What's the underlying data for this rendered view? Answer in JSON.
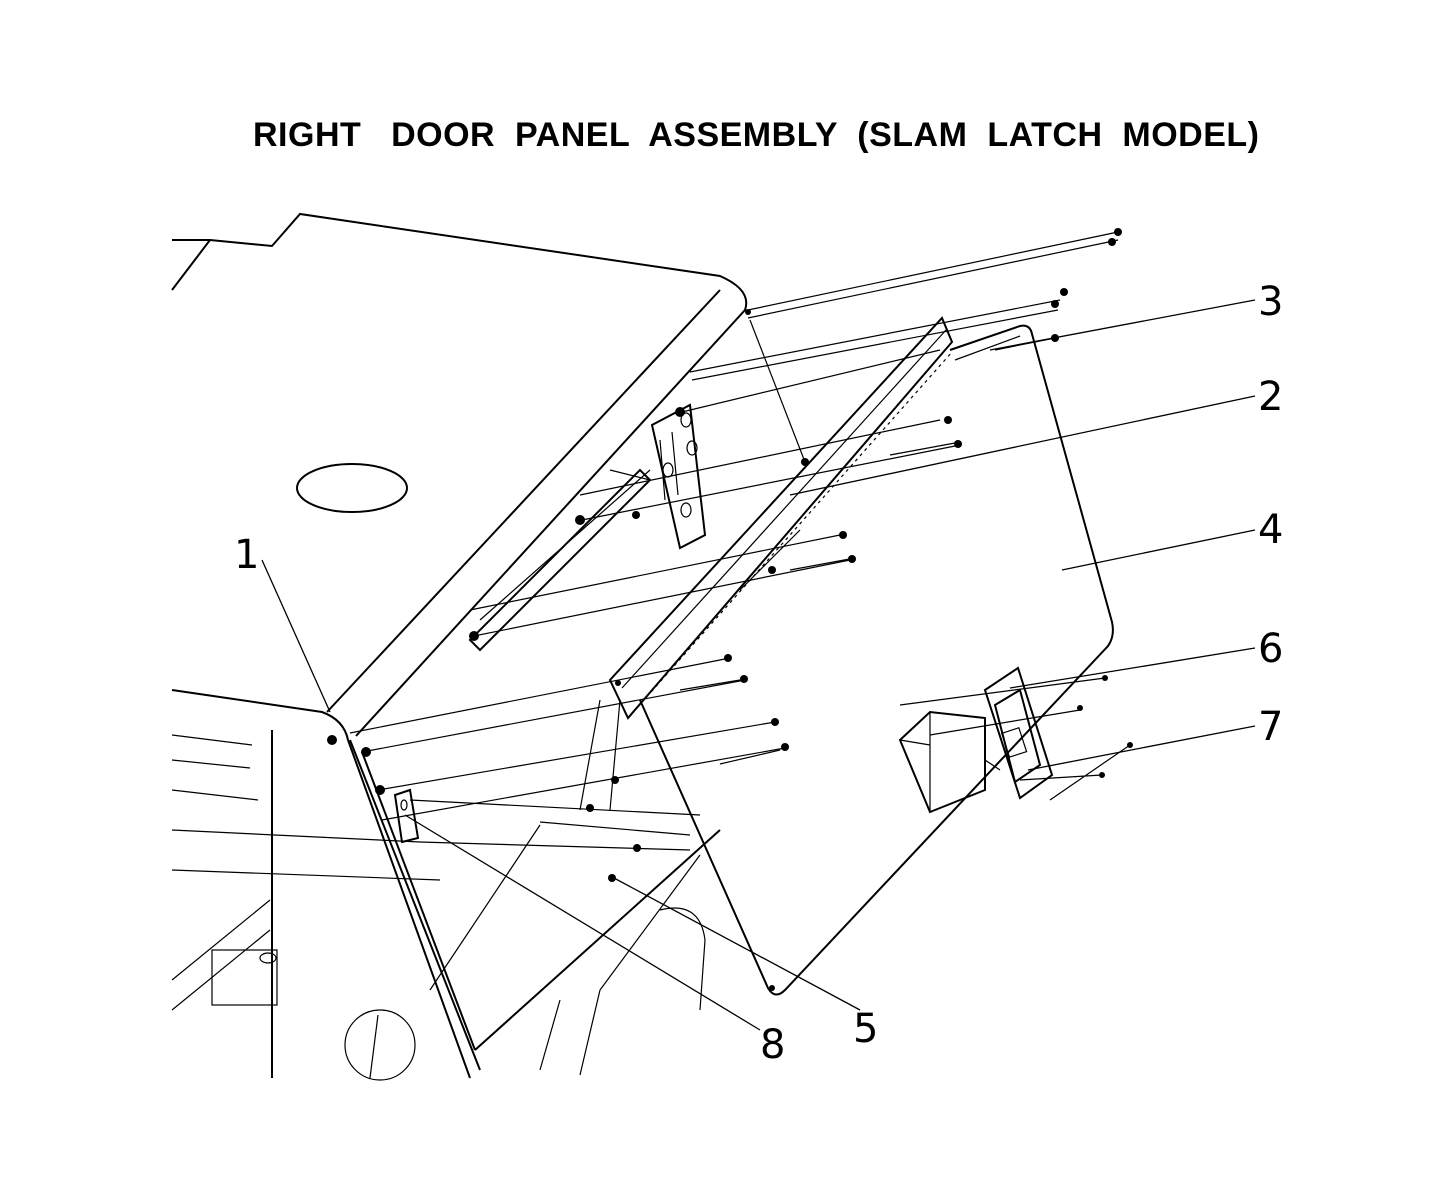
{
  "title": "RIGHT   DOOR  PANEL  ASSEMBLY  (SLAM  LATCH  MODEL)",
  "callouts": [
    {
      "label": "1"
    },
    {
      "label": "2"
    },
    {
      "label": "3"
    },
    {
      "label": "4"
    },
    {
      "label": "5"
    },
    {
      "label": "6"
    },
    {
      "label": "7"
    },
    {
      "label": "8"
    }
  ]
}
